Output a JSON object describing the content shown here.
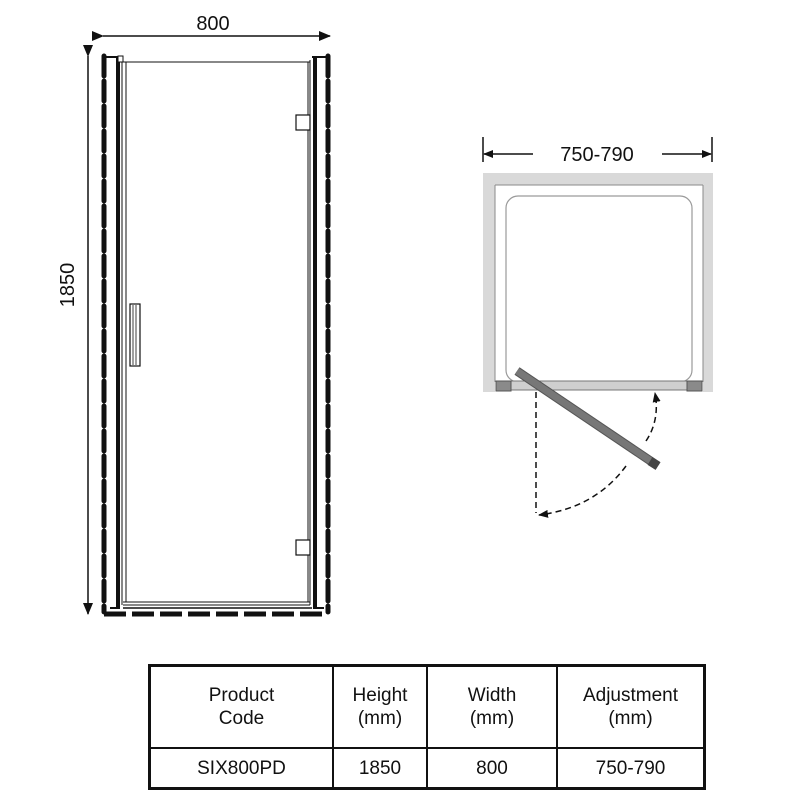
{
  "front_view": {
    "width_label": "800",
    "height_label": "1850"
  },
  "plan_view": {
    "adjustment_label": "750-790",
    "colors": {
      "wall": "#d9d9d9",
      "tray_border": "#9a9a9a",
      "door_panel": "#707070",
      "seal": "#bcbcbc"
    }
  },
  "spec_table": {
    "headers": [
      {
        "line1": "Product",
        "line2": "Code"
      },
      {
        "line1": "Height",
        "line2": "(mm)"
      },
      {
        "line1": "Width",
        "line2": "(mm)"
      },
      {
        "line1": "Adjustment",
        "line2": "(mm)"
      }
    ],
    "rows": [
      {
        "product_code": "SIX800PD",
        "height": "1850",
        "width": "800",
        "adjustment": "750-790"
      }
    ]
  }
}
